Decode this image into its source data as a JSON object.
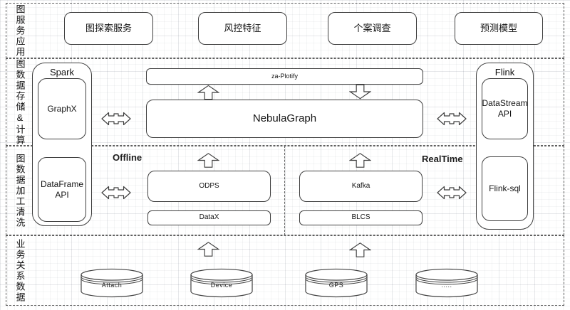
{
  "colors": {
    "stroke": "#3f3f3f",
    "dashed_border": "#5f5f5f",
    "node_fill": "#ffffff",
    "text": "#141414",
    "grid_line": "#e9ebee"
  },
  "bands": {
    "apps": {
      "label": "图服务应用",
      "items": [
        "图探索服务",
        "风控特征",
        "个案调查",
        "预测模型"
      ]
    },
    "storage": {
      "label": "图数据存储&计算",
      "spark": "Spark",
      "graphx": "GraphX",
      "za_plotify": "za-Plotify",
      "nebulagraph": "NebulaGraph",
      "flink": "Flink",
      "datastream_api": "DataStream API"
    },
    "processing": {
      "label": "图数据加工清洗",
      "dataframe_api": "DataFrame API",
      "offline": "Offline",
      "odps": "ODPS",
      "datax": "DataX",
      "realtime": "RealTime",
      "kafka": "Kafka",
      "blcs": "BLCS",
      "flink_sql": "Flink-sql"
    },
    "sources": {
      "label": "业务关系数据",
      "datastores": [
        "Attach",
        "Device",
        "GPS",
        "....."
      ]
    }
  }
}
